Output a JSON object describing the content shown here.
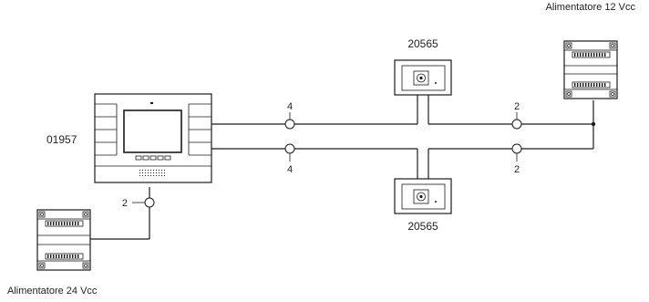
{
  "labels": {
    "supply_12v": "Alimentatore 12 Vcc",
    "supply_24v": "Alimentatore 24 Vcc",
    "monitor_code": "01957",
    "panel_top_code": "20565",
    "panel_bottom_code": "20565"
  },
  "wire_counts": {
    "top_left": "4",
    "bottom_left": "4",
    "top_right": "2",
    "bottom_right": "2",
    "supply_24v_link": "2"
  }
}
